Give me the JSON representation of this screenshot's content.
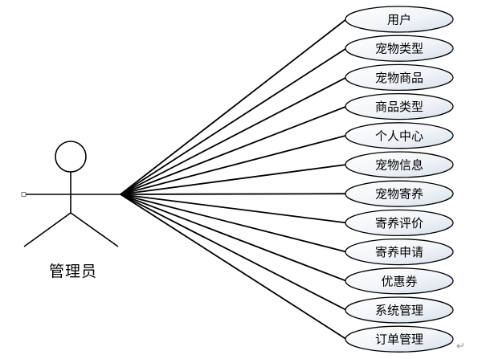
{
  "diagram": {
    "actor": {
      "label": "管理员",
      "icon": "stick-figure-actor-icon"
    },
    "use_cases": [
      "用户",
      "宠物类型",
      "宠物商品",
      "商品类型",
      "个人中心",
      "宠物信息",
      "宠物寄养",
      "寄养评价",
      "寄养申请",
      "优惠券",
      "系统管理",
      "订单管理"
    ],
    "end_mark": "↵",
    "colors": {
      "stroke": "#000000",
      "ellipse_fill_light": "#ffffff",
      "ellipse_fill_dark": "#dfe6ef",
      "text": "#000000",
      "mark": "#999999"
    }
  }
}
